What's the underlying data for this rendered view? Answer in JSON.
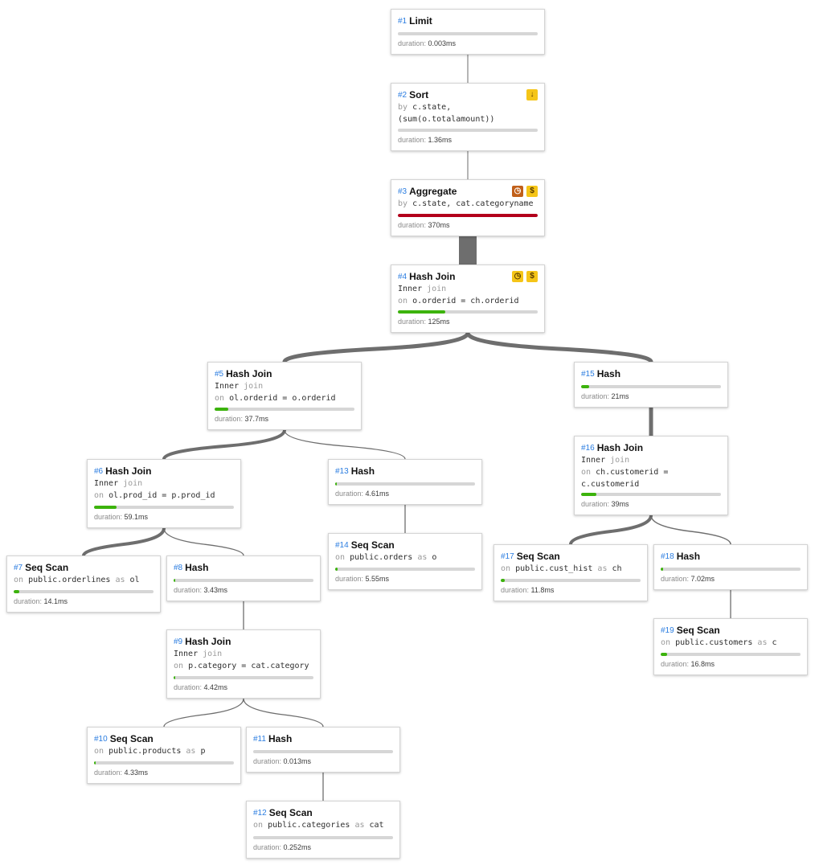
{
  "duration_label": "duration:",
  "nodes": [
    {
      "num": "#1",
      "name": "Limit",
      "lines": [],
      "duration": "0.003ms",
      "fraction": 0,
      "badges": []
    },
    {
      "num": "#2",
      "name": "Sort",
      "lines": [
        [
          {
            "t": "by ",
            "k": true
          },
          {
            "t": "c.state,"
          }
        ],
        [
          {
            "t": "(sum(o.totalamount))"
          }
        ]
      ],
      "duration": "1.36ms",
      "fraction": 0,
      "badges": [
        "thumbs-down-icon"
      ]
    },
    {
      "num": "#3",
      "name": "Aggregate",
      "lines": [
        [
          {
            "t": "by ",
            "k": true
          },
          {
            "t": "c.state, cat.categoryname"
          }
        ]
      ],
      "duration": "370ms",
      "fraction": 1,
      "color": "red",
      "badges": [
        "clock-warning-icon",
        "dollar-icon"
      ]
    },
    {
      "num": "#4",
      "name": "Hash Join",
      "lines": [
        [
          {
            "t": "Inner "
          },
          {
            "t": "join",
            "k": true
          }
        ],
        [
          {
            "t": "on ",
            "k": true
          },
          {
            "t": "o.orderid = ch.orderid"
          }
        ]
      ],
      "duration": "125ms",
      "fraction": 0.34,
      "badges": [
        "clock-icon",
        "dollar-icon"
      ]
    },
    {
      "num": "#5",
      "name": "Hash Join",
      "lines": [
        [
          {
            "t": "Inner "
          },
          {
            "t": "join",
            "k": true
          }
        ],
        [
          {
            "t": "on ",
            "k": true
          },
          {
            "t": "ol.orderid = o.orderid"
          }
        ]
      ],
      "duration": "37.7ms",
      "fraction": 0.1,
      "badges": []
    },
    {
      "num": "#6",
      "name": "Hash Join",
      "lines": [
        [
          {
            "t": "Inner "
          },
          {
            "t": "join",
            "k": true
          }
        ],
        [
          {
            "t": "on ",
            "k": true
          },
          {
            "t": "ol.prod_id = p.prod_id"
          }
        ]
      ],
      "duration": "59.1ms",
      "fraction": 0.16,
      "badges": []
    },
    {
      "num": "#7",
      "name": "Seq Scan",
      "lines": [
        [
          {
            "t": "on ",
            "k": true
          },
          {
            "t": "public.orderlines "
          },
          {
            "t": "as ",
            "k": true
          },
          {
            "t": "ol"
          }
        ]
      ],
      "duration": "14.1ms",
      "fraction": 0.04,
      "badges": []
    },
    {
      "num": "#8",
      "name": "Hash",
      "lines": [],
      "duration": "3.43ms",
      "fraction": 0.01,
      "badges": []
    },
    {
      "num": "#9",
      "name": "Hash Join",
      "lines": [
        [
          {
            "t": "Inner "
          },
          {
            "t": "join",
            "k": true
          }
        ],
        [
          {
            "t": "on ",
            "k": true
          },
          {
            "t": "p.category = cat.category"
          }
        ]
      ],
      "duration": "4.42ms",
      "fraction": 0.012,
      "badges": []
    },
    {
      "num": "#10",
      "name": "Seq Scan",
      "lines": [
        [
          {
            "t": "on ",
            "k": true
          },
          {
            "t": "public.products "
          },
          {
            "t": "as ",
            "k": true
          },
          {
            "t": "p"
          }
        ]
      ],
      "duration": "4.33ms",
      "fraction": 0.012,
      "badges": []
    },
    {
      "num": "#11",
      "name": "Hash",
      "lines": [],
      "duration": "0.013ms",
      "fraction": 0,
      "badges": []
    },
    {
      "num": "#12",
      "name": "Seq Scan",
      "lines": [
        [
          {
            "t": "on ",
            "k": true
          },
          {
            "t": "public.categories "
          },
          {
            "t": "as ",
            "k": true
          },
          {
            "t": "cat"
          }
        ]
      ],
      "duration": "0.252ms",
      "fraction": 0,
      "badges": []
    },
    {
      "num": "#13",
      "name": "Hash",
      "lines": [],
      "duration": "4.61ms",
      "fraction": 0.012,
      "badges": []
    },
    {
      "num": "#14",
      "name": "Seq Scan",
      "lines": [
        [
          {
            "t": "on ",
            "k": true
          },
          {
            "t": "public.orders "
          },
          {
            "t": "as ",
            "k": true
          },
          {
            "t": "o"
          }
        ]
      ],
      "duration": "5.55ms",
      "fraction": 0.015,
      "badges": []
    },
    {
      "num": "#15",
      "name": "Hash",
      "lines": [],
      "duration": "21ms",
      "fraction": 0.06,
      "badges": []
    },
    {
      "num": "#16",
      "name": "Hash Join",
      "lines": [
        [
          {
            "t": "Inner "
          },
          {
            "t": "join",
            "k": true
          }
        ],
        [
          {
            "t": "on ",
            "k": true
          },
          {
            "t": "ch.customerid ="
          }
        ],
        [
          {
            "t": "c.customerid"
          }
        ]
      ],
      "duration": "39ms",
      "fraction": 0.11,
      "badges": []
    },
    {
      "num": "#17",
      "name": "Seq Scan",
      "lines": [
        [
          {
            "t": "on ",
            "k": true
          },
          {
            "t": "public.cust_hist "
          },
          {
            "t": "as ",
            "k": true
          },
          {
            "t": "ch"
          }
        ]
      ],
      "duration": "11.8ms",
      "fraction": 0.03,
      "badges": []
    },
    {
      "num": "#18",
      "name": "Hash",
      "lines": [],
      "duration": "7.02ms",
      "fraction": 0.02,
      "badges": []
    },
    {
      "num": "#19",
      "name": "Seq Scan",
      "lines": [
        [
          {
            "t": "on ",
            "k": true
          },
          {
            "t": "public.customers "
          },
          {
            "t": "as ",
            "k": true
          },
          {
            "t": "c"
          }
        ]
      ],
      "duration": "16.8ms",
      "fraction": 0.045,
      "badges": []
    }
  ]
}
